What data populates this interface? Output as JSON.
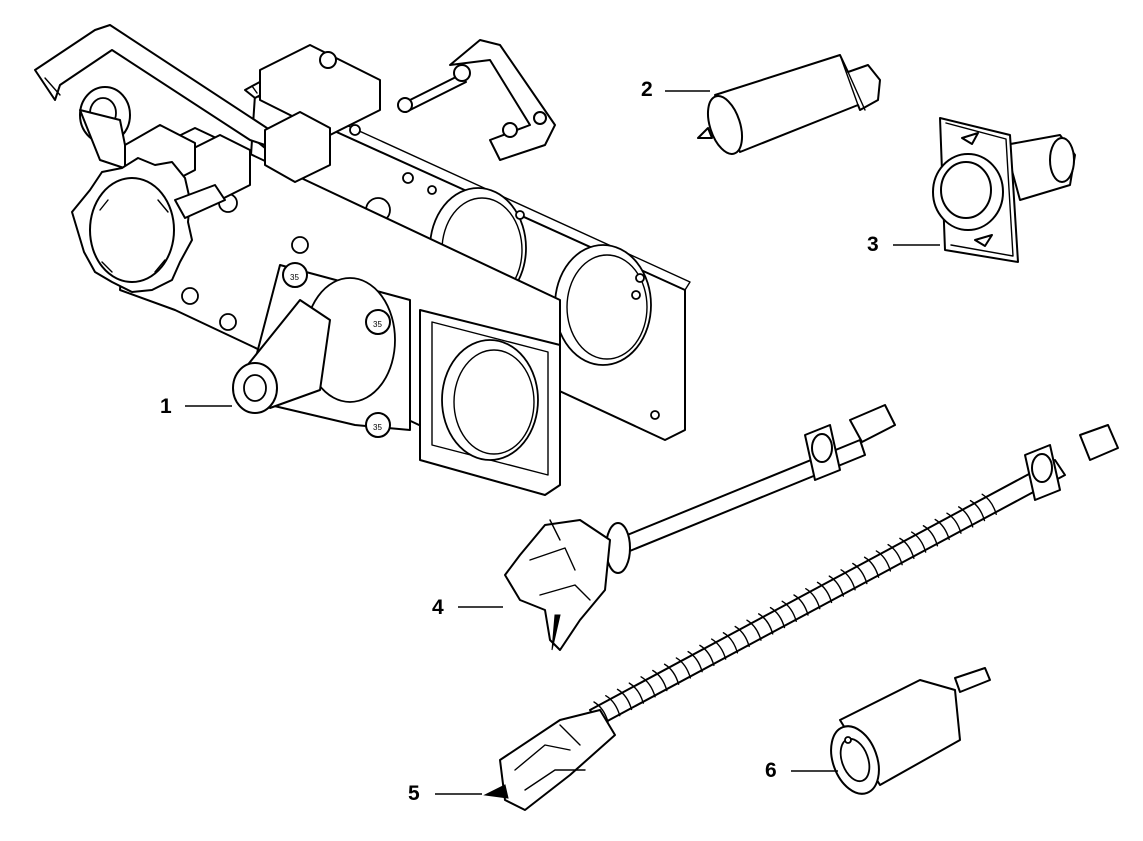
{
  "callouts": [
    {
      "id": "1",
      "label": "1"
    },
    {
      "id": "2",
      "label": "2"
    },
    {
      "id": "3",
      "label": "3"
    },
    {
      "id": "4",
      "label": "4"
    },
    {
      "id": "5",
      "label": "5"
    },
    {
      "id": "6",
      "label": "6"
    }
  ],
  "parts": [
    {
      "callout": "1",
      "icon": "drill-jig-icon"
    },
    {
      "callout": "2",
      "icon": "centering-pin-icon"
    },
    {
      "callout": "3",
      "icon": "drill-guide-bushing-icon"
    },
    {
      "callout": "4",
      "icon": "forstner-bit-icon"
    },
    {
      "callout": "5",
      "icon": "auger-bit-icon"
    },
    {
      "callout": "6",
      "icon": "bit-coupling-icon"
    }
  ]
}
